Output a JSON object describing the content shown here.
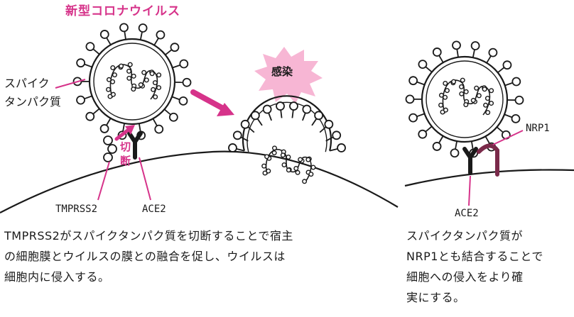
{
  "labels": {
    "virus_title": "新型コロナウイルス",
    "spike_line1": "スパイク",
    "spike_line2": "タンパク質",
    "cut_line1": "切",
    "cut_line2": "断",
    "tmprss2": "TMPRSS2",
    "ace2_left": "ACE2",
    "infection": "感染",
    "nrp1": "NRP1",
    "ace2_right": "ACE2"
  },
  "captions": {
    "left": [
      "TMPRSS2がスパイクタンパク質を切断することで宿主",
      "の細胞膜とウイルスの膜との融合を促し、ウイルスは",
      "細胞内に侵入する。"
    ],
    "right": [
      "スパイクタンパク質が",
      "NRP1とも結合することで",
      "細胞への侵入をより確",
      "実にする。"
    ]
  },
  "colors": {
    "accent": "#d6338a",
    "burst": "#f7b6d4",
    "nrp1": "#7a2a4a",
    "ink": "#1a1a1a"
  }
}
